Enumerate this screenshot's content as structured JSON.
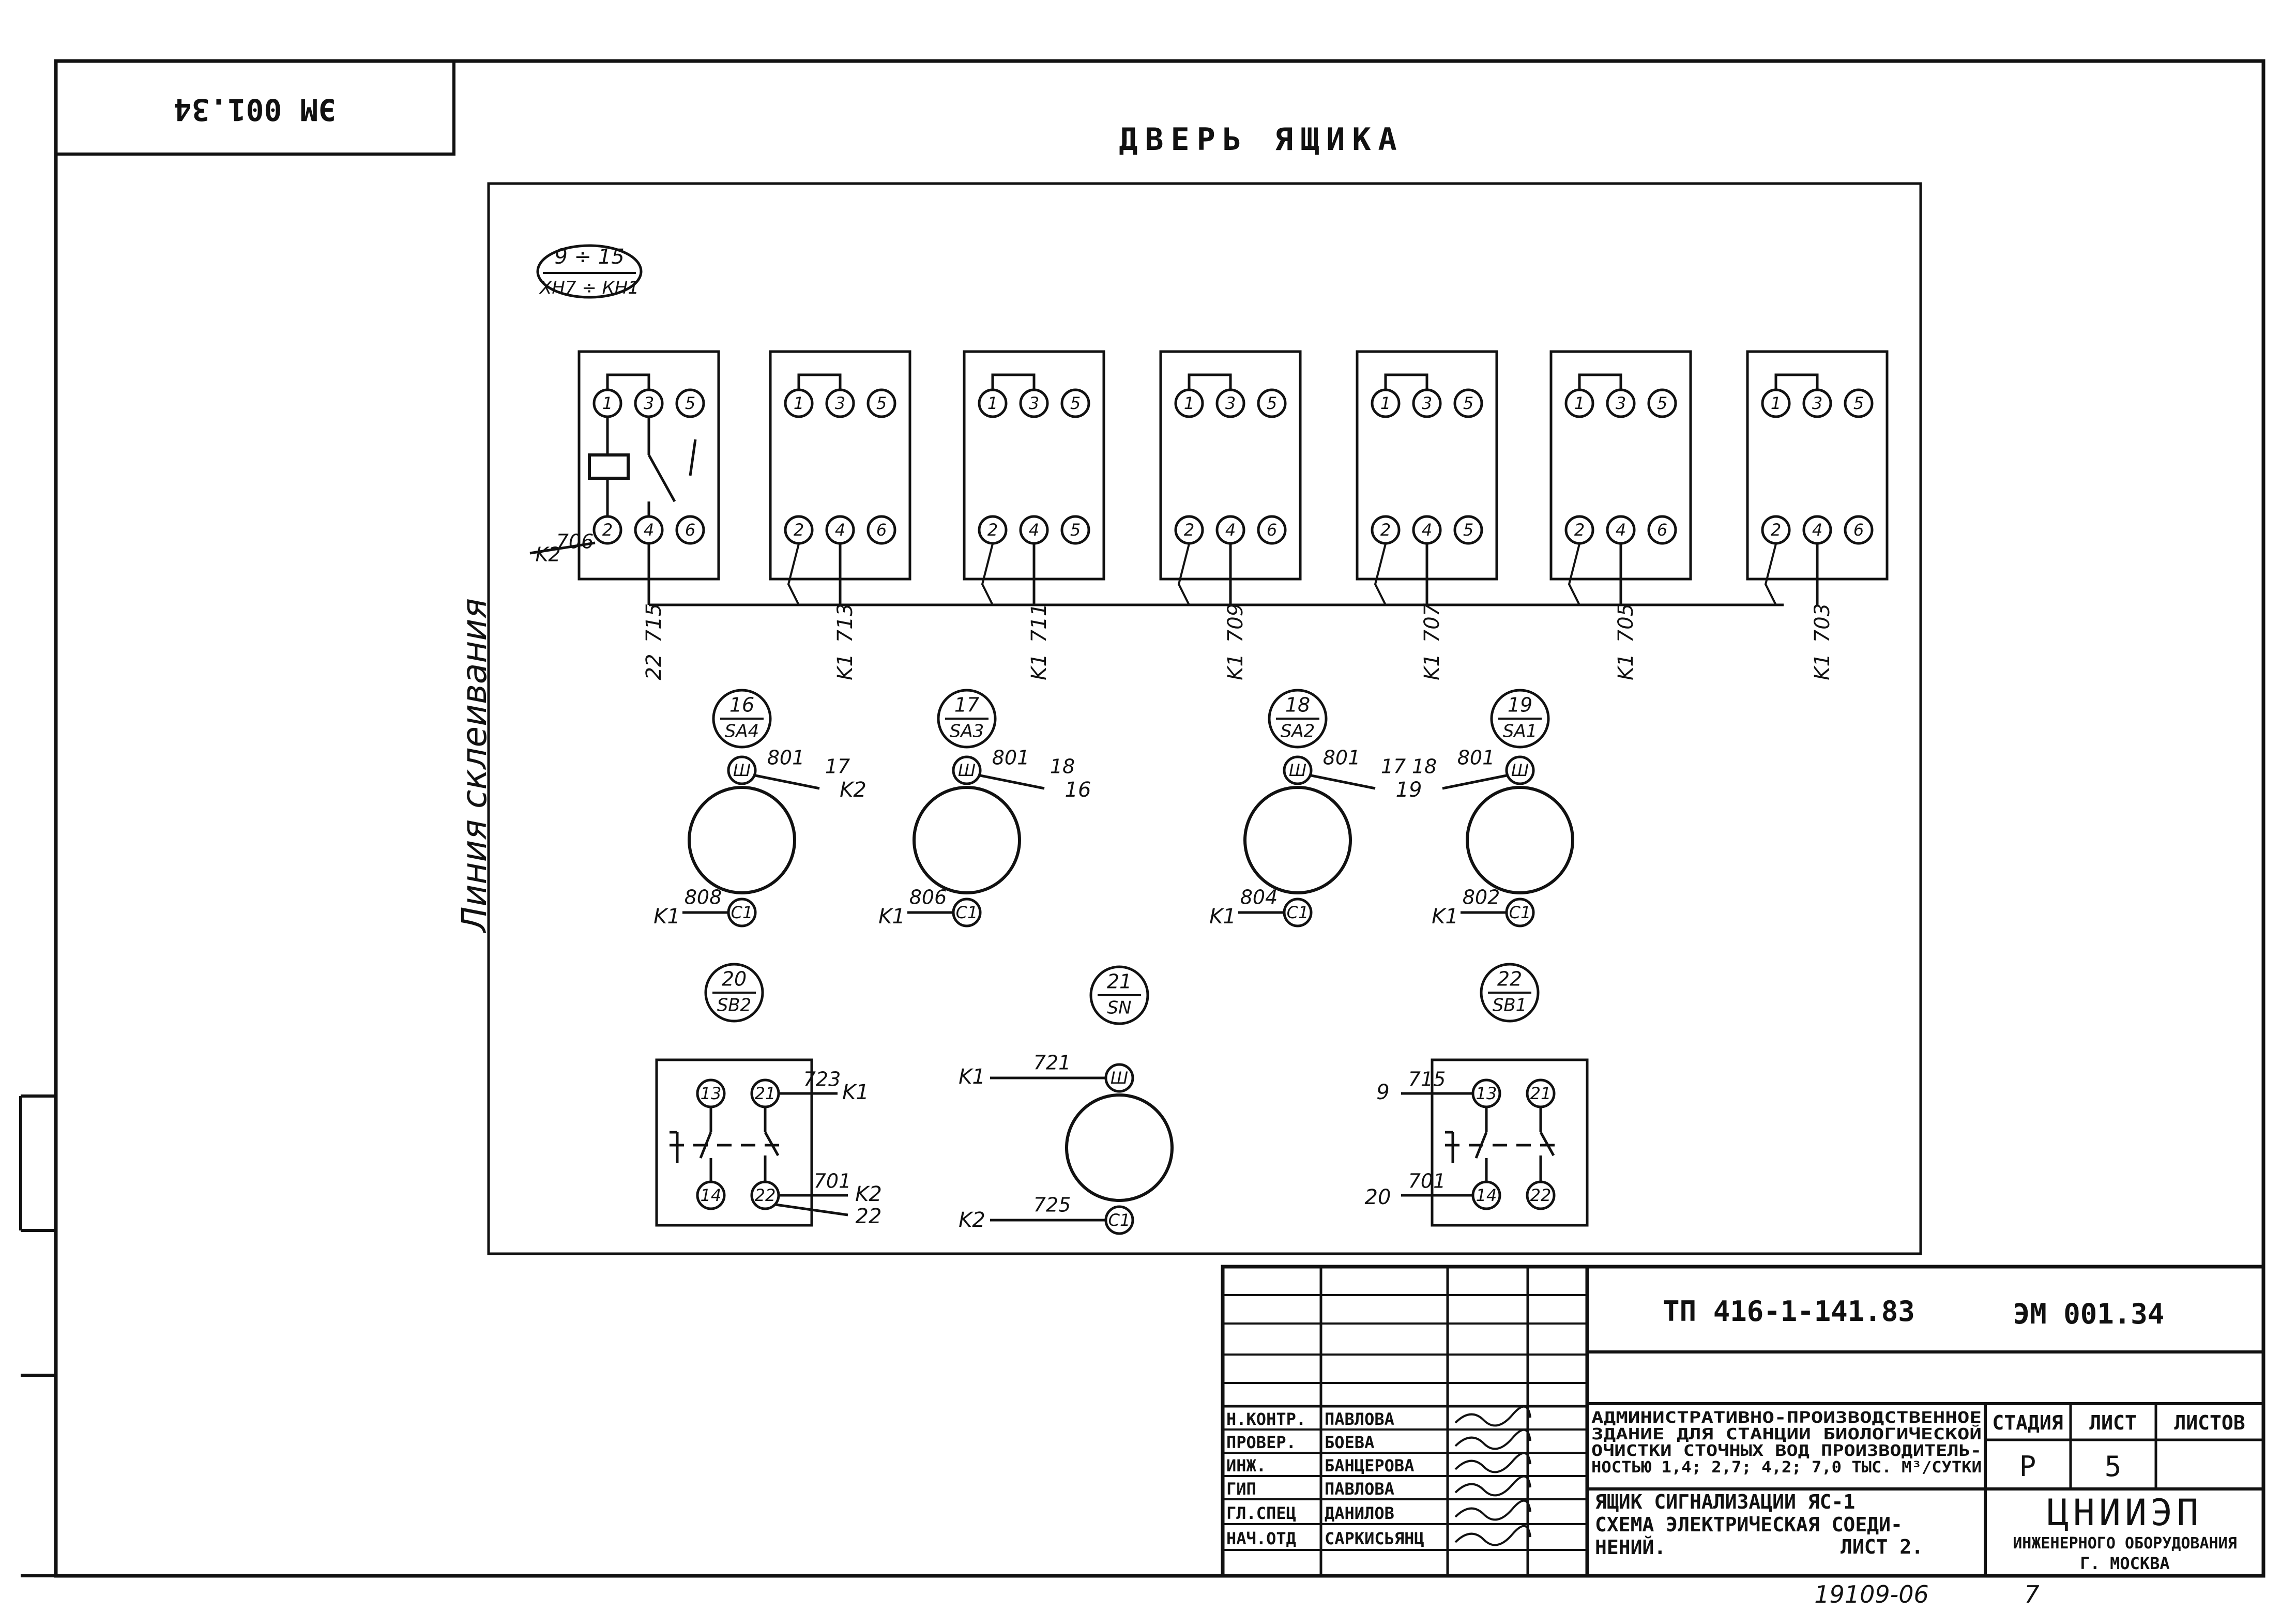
{
  "corner_stamp": "ЭМ 001.34",
  "door_title": "ДВЕРЬ ЯЩИКА",
  "glue_line": "Линия склеивания",
  "terminal_ref": {
    "top": "9 ÷ 15",
    "bottom": "ХН7 ÷ КН1"
  },
  "relays": [
    {
      "top": [
        "1",
        "3",
        "5"
      ],
      "bottom": [
        "2",
        "4",
        "6"
      ],
      "wire": "715",
      "dest": "22",
      "left_label": "K2",
      "left_wire": "706",
      "has_coil": true
    },
    {
      "top": [
        "1",
        "3",
        "5"
      ],
      "bottom": [
        "2",
        "4",
        "6"
      ],
      "wire": "713",
      "dest": "K1"
    },
    {
      "top": [
        "1",
        "3",
        "5"
      ],
      "bottom": [
        "2",
        "4",
        "5"
      ],
      "wire": "711",
      "dest": "K1"
    },
    {
      "top": [
        "1",
        "3",
        "5"
      ],
      "bottom": [
        "2",
        "4",
        "6"
      ],
      "wire": "709",
      "dest": "K1"
    },
    {
      "top": [
        "1",
        "3",
        "5"
      ],
      "bottom": [
        "2",
        "4",
        "5"
      ],
      "wire": "707",
      "dest": "K1"
    },
    {
      "top": [
        "1",
        "3",
        "5"
      ],
      "bottom": [
        "2",
        "4",
        "6"
      ],
      "wire": "705",
      "dest": "K1"
    },
    {
      "top": [
        "1",
        "3",
        "5"
      ],
      "bottom": [
        "2",
        "4",
        "6"
      ],
      "wire": "703",
      "dest": "K1"
    }
  ],
  "switches": [
    {
      "num": "16",
      "name": "SA4",
      "top_wire": "801",
      "top_dest_a": "17",
      "top_dest_b": "K2",
      "term_top": "Ш",
      "term_bot": "С1",
      "bot_label": "K1",
      "bot_wire": "808"
    },
    {
      "num": "17",
      "name": "SA3",
      "top_wire": "801",
      "top_dest_a": "18",
      "top_dest_b": "16",
      "term_top": "Ш",
      "term_bot": "С1",
      "bot_label": "K1",
      "bot_wire": "806"
    },
    {
      "num": "18",
      "name": "SA2",
      "top_wire": "801",
      "top_dest_a": "17",
      "top_dest_b": "19",
      "term_top": "Ш",
      "term_bot": "С1",
      "bot_label": "K1",
      "bot_wire": "804"
    },
    {
      "num": "19",
      "name": "SA1",
      "top_wire": "801",
      "top_dest_a": "18",
      "term_top": "Ш",
      "term_bot": "С1",
      "bot_label": "K1",
      "bot_wire": "802"
    }
  ],
  "buttons": [
    {
      "num": "20",
      "name": "SB2",
      "t13": "13",
      "t21": "21",
      "t14": "14",
      "t22": "22",
      "w1": "723",
      "w1_dest": "K1",
      "w2": "701",
      "w2_dest": "K2",
      "w3_dest": "22"
    },
    {
      "num": "22",
      "name": "SB1",
      "t13": "13",
      "t21": "21",
      "t14": "14",
      "t22": "22",
      "w1": "715",
      "w1_src": "9",
      "w2": "701",
      "w2_src": "20"
    }
  ],
  "lamp": {
    "num": "21",
    "name": "SN",
    "top_label": "K1",
    "top_wire": "721",
    "bot_label": "K2",
    "bot_wire": "725",
    "term_top": "Ш",
    "term_bot": "С1"
  },
  "title_block": {
    "project_code": "ТП 416-1-141.83",
    "doc_code": "ЭМ 001.34",
    "roles": [
      "Н.КОНТР.",
      "ПРОВЕР.",
      "ИНЖ.",
      "ГИП",
      "ГЛ.СПЕЦ",
      "НАЧ.ОТД"
    ],
    "names": [
      "ПАВЛОВА",
      "БОЕВА",
      "БАНЦЕРОВА",
      "ПАВЛОВА",
      "ДАНИЛОВ",
      "САРКИСЬЯНЦ"
    ],
    "description": [
      "АДМИНИСТРАТИВНО-ПРОИЗВОДСТВЕННОЕ",
      "ЗДАНИЕ ДЛЯ СТАНЦИИ БИОЛОГИЧЕСКОЙ",
      "ОЧИСТКИ СТОЧНЫХ ВОД ПРОИЗВОДИТЕЛЬ-",
      "НОСТЬЮ 1,4; 2,7; 4,2; 7,0 ТЫС. М³/СУТКИ"
    ],
    "sheet_title": [
      "ЯЩИК СИГНАЛИЗАЦИИ ЯС-1",
      "СХЕМА ЭЛЕКТРИЧЕСКАЯ СОЕДИ-",
      "НЕНИЙ.",
      "ЛИСТ 2."
    ],
    "stage_header": "СТАДИЯ",
    "sheet_header": "ЛИСТ",
    "sheets_header": "ЛИСТОВ",
    "stage": "Р",
    "sheet": "5",
    "org_name": "ЦНИИЭП",
    "org_sub": "ИНЖЕНЕРНОГО ОБОРУДОВАНИЯ",
    "org_city": "Г. МОСКВА"
  },
  "footer": {
    "inventory": "19109-06",
    "page": "7"
  }
}
